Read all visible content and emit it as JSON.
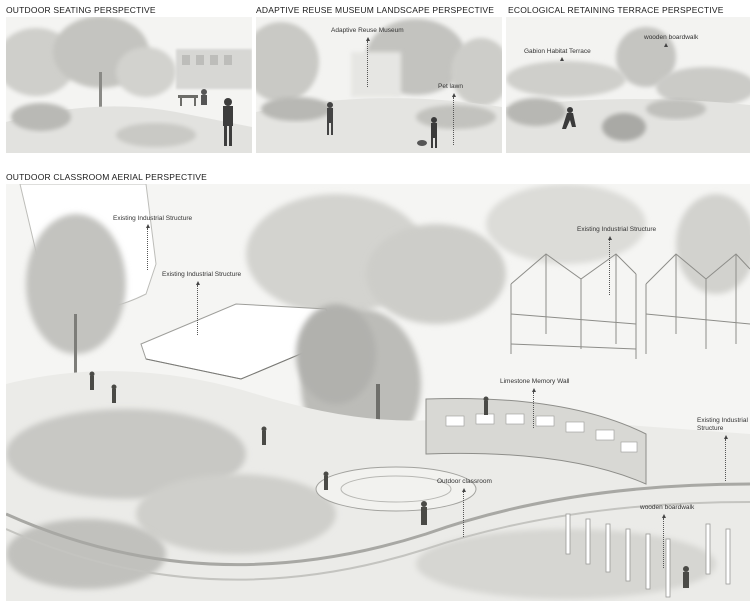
{
  "panels": {
    "seating": {
      "title": "OUTDOOR SEATING PERSPECTIVE"
    },
    "museum": {
      "title": "ADAPTIVE REUSE MUSEUM LANDSCAPE PERSPECTIVE",
      "labels": {
        "museum": "Adaptive Reuse Museum",
        "pet_lawn": "Pet lawn"
      }
    },
    "terrace": {
      "title": "ECOLOGICAL RETAINING TERRACE PERSPECTIVE",
      "labels": {
        "gabion": "Gabion Habitat Terrace",
        "boardwalk": "wooden boardwalk"
      }
    },
    "classroom": {
      "title": "OUTDOOR CLASSROOM AERIAL PERSPECTIVE",
      "labels": {
        "industrial_1": "Existing Industrial Structure",
        "industrial_2": "Existing Industrial Structure",
        "industrial_3": "Existing Industrial Structure",
        "industrial_4_line1": "Existing Industrial",
        "industrial_4_line2": "Structure",
        "limestone_wall": "Limestone Memory Wall",
        "outdoor_classroom": "Outdoor classroom",
        "boardwalk": "wooden boardwalk"
      }
    }
  }
}
